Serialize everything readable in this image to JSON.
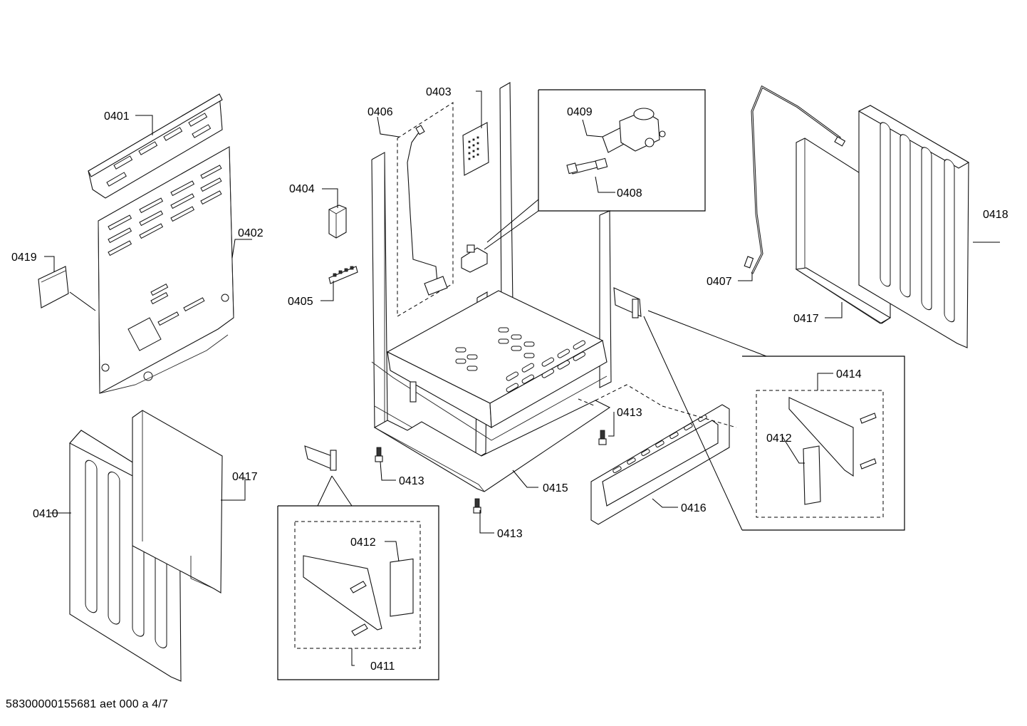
{
  "labels": {
    "p0401": "0401",
    "p0402": "0402",
    "p0403": "0403",
    "p0404": "0404",
    "p0405": "0405",
    "p0406": "0406",
    "p0407": "0407",
    "p0408": "0408",
    "p0409": "0409",
    "p0410": "0410",
    "p0411": "0411",
    "p0412a": "0412",
    "p0412b": "0412",
    "p0413a": "0413",
    "p0413b": "0413",
    "p0413c": "0413",
    "p0414": "0414",
    "p0415": "0415",
    "p0416": "0416",
    "p0417a": "0417",
    "p0417b": "0417",
    "p0418": "0418",
    "p0419": "0419"
  },
  "footer": "58300000155681 aet 000 a 4/7"
}
